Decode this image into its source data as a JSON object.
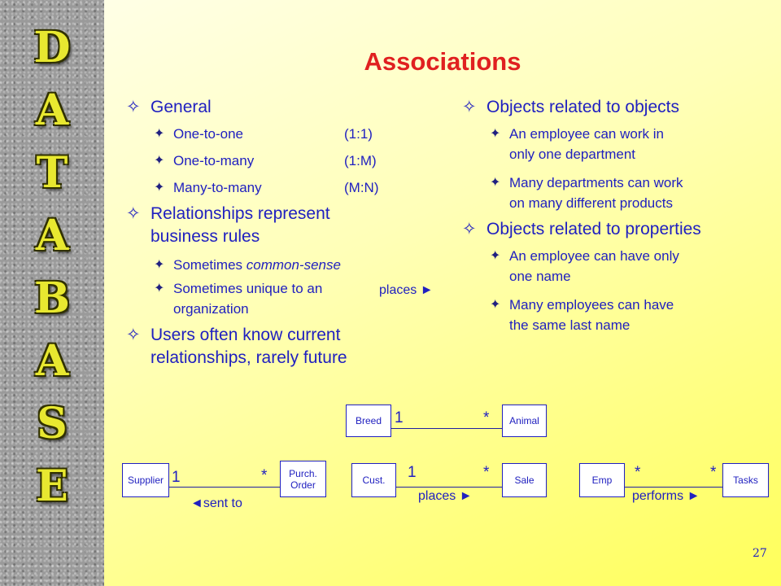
{
  "sidebar": {
    "letters": [
      "D",
      "A",
      "T",
      "A",
      "B",
      "A",
      "S",
      "E"
    ]
  },
  "title": "Associations",
  "left_column": {
    "item1": {
      "text": "General",
      "subs": [
        "One-to-one",
        "One-to-many",
        "Many-to-many"
      ],
      "codes": [
        "(1:1)",
        "(1:M)",
        "(M:N)"
      ]
    },
    "item2": {
      "line1": "Relationships represent",
      "line2": "business rules",
      "sub1_pre": "Sometimes ",
      "sub1_em": "common-sense",
      "sub2_line1": "Sometimes unique to an",
      "sub2_line2": "organization"
    },
    "item3": {
      "line1": "Users often know current",
      "line2": "relationships, rarely future"
    }
  },
  "right_column": {
    "item1": {
      "text": "Objects related to objects",
      "sub1_line1": "An employee can work in",
      "sub1_line2": "only one department",
      "sub2_line1": "Many departments can work",
      "sub2_line2": "on many different products"
    },
    "item2": {
      "text": "Objects related to properties",
      "sub1_line1": "An employee can have only",
      "sub1_line2": "one name",
      "sub2_line1": "Many employees can have",
      "sub2_line2": "the same last name"
    }
  },
  "floating_label": "places ►",
  "diagrams": {
    "breed": {
      "left": "Breed",
      "right": "Animal",
      "m1": "1",
      "m2": "*"
    },
    "supplier": {
      "left": "Supplier",
      "right_line1": "Purch.",
      "right_line2": "Order",
      "m1": "1",
      "m2": "*",
      "label": "◄sent to"
    },
    "cust": {
      "left": "Cust.",
      "right": "Sale",
      "m1": "1",
      "m2": "*",
      "label": "places ►"
    },
    "emp": {
      "left": "Emp",
      "right": "Tasks",
      "m1": "*",
      "m2": "*",
      "label": "performs ►"
    }
  },
  "page_number": "27",
  "colors": {
    "title": "#e02020",
    "text": "#2020c0",
    "logo_letters": "#e8e830"
  },
  "icons": {
    "level1_bullet": "four-point-star-outline",
    "level2_bullet": "four-point-star-filled"
  }
}
